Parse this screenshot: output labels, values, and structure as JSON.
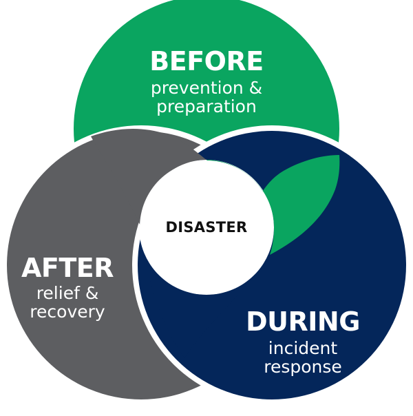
{
  "phases": {
    "before": {
      "title": "BEFORE",
      "line1": "prevention &",
      "line2": "preparation",
      "color": "#0aa560"
    },
    "during": {
      "title": "DURING",
      "line1": "incident",
      "line2": "response",
      "color": "#04265a"
    },
    "after": {
      "title": "AFTER",
      "line1": "relief &",
      "line2": "recovery",
      "color": "#5d5e61"
    }
  },
  "center": {
    "label": "DISASTER",
    "color": "#111111"
  }
}
